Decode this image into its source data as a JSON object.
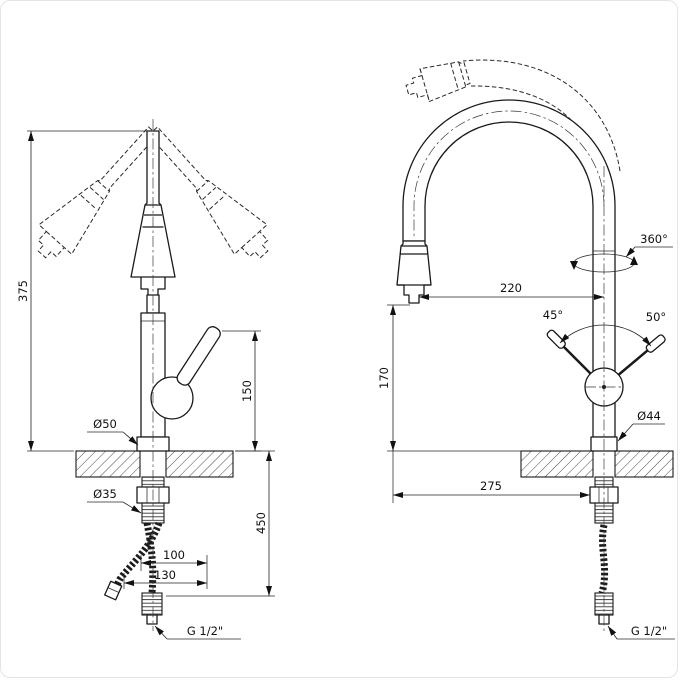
{
  "left": {
    "total_height": "375",
    "handle_height": "150",
    "body_diameter": "Ø50",
    "shank_diameter": "Ø35",
    "hose_drop": "450",
    "hose_offset_short": "100",
    "hose_offset_long": "130",
    "thread_size": "G 1/2\""
  },
  "right": {
    "swivel_range": "360°",
    "spout_reach": "220",
    "spout_clearance": "170",
    "handle_tilt_left": "45°",
    "handle_tilt_right": "50°",
    "body_diameter": "Ø44",
    "base_reach": "275",
    "thread_size": "G 1/2\""
  }
}
